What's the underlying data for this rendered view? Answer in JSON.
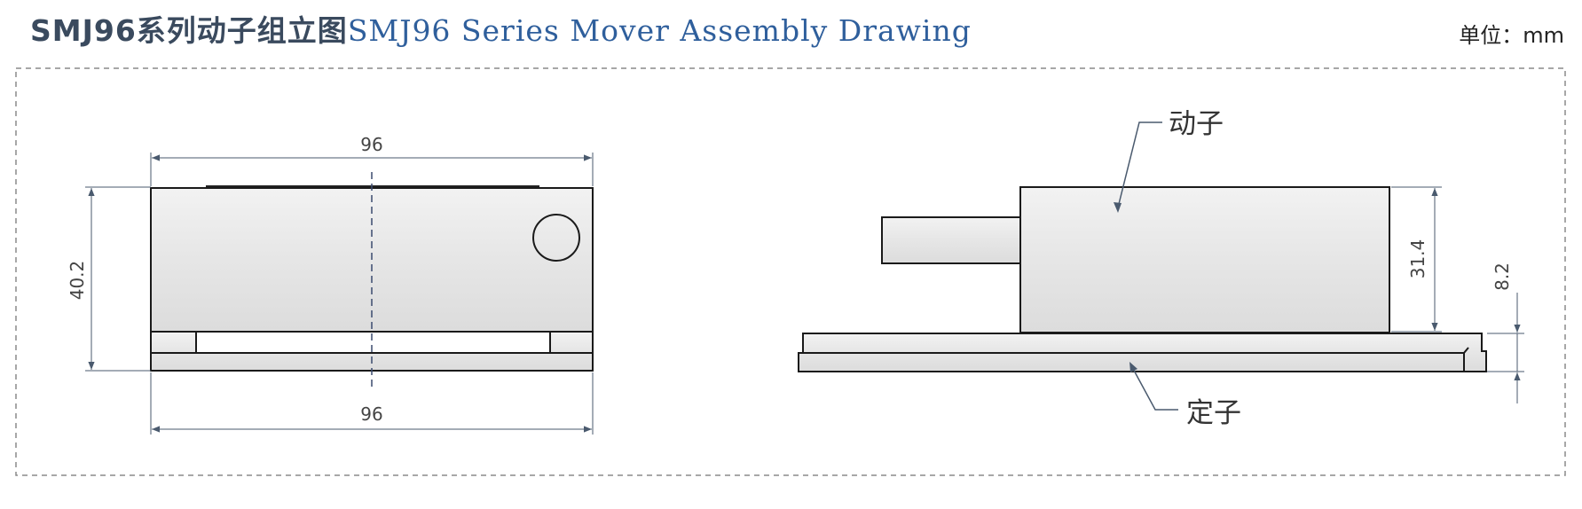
{
  "title": {
    "zh": "SMJ96系列动子组立图",
    "en": "SMJ96 Series Mover Assembly Drawing"
  },
  "unit_label": "单位：mm",
  "front_view": {
    "dim_top": "96",
    "dim_bottom": "96",
    "dim_height": "40.2"
  },
  "side_view": {
    "mover_label": "动子",
    "stator_label": "定子",
    "dim_mover_height": "31.4",
    "dim_stator_height": "8.2"
  },
  "colors": {
    "line": "#1a1a1a",
    "dim_line": "#4a5a6e",
    "fill": "#ebebeb",
    "border_dash": "#8a8a8a"
  }
}
